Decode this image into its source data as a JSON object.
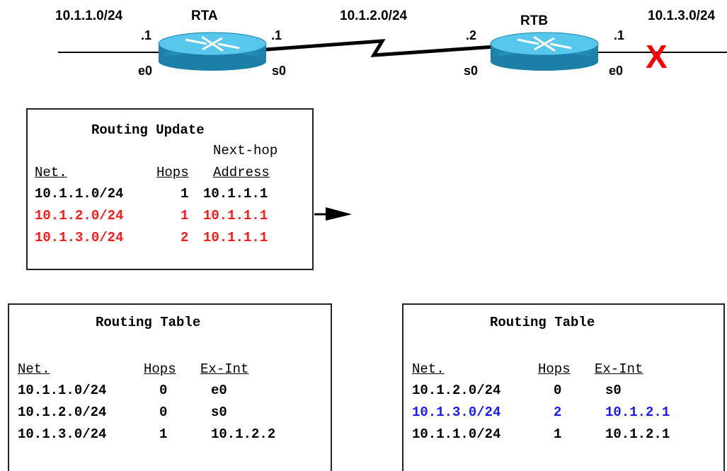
{
  "topology": {
    "net_left": "10.1.1.0/24",
    "rta_name": "RTA",
    "net_mid": "10.1.2.0/24",
    "rtb_name": "RTB",
    "net_right": "10.1.3.0/24",
    "rta_e0_addr": ".1",
    "rta_s0_addr": ".1",
    "rtb_s0_addr": ".2",
    "rtb_e0_addr": ".1",
    "rta_e0": "e0",
    "rta_s0": "s0",
    "rtb_s0": "s0",
    "rtb_e0": "e0",
    "failure_mark": "X",
    "failure_color": "#ff0000",
    "router_color": "#2aa6d0"
  },
  "routing_update": {
    "title": "Routing Update",
    "col_nexthop_top": "Next-hop",
    "col_net": "Net.",
    "col_hops": "Hops",
    "col_address": "Address",
    "rows": [
      {
        "net": "10.1.1.0/24",
        "hops": "1",
        "address": "10.1.1.1",
        "color": "#000000"
      },
      {
        "net": "10.1.2.0/24",
        "hops": "1",
        "address": "10.1.1.1",
        "color": "#ff1a1a"
      },
      {
        "net": "10.1.3.0/24",
        "hops": "2",
        "address": "10.1.1.1",
        "color": "#ff1a1a"
      }
    ]
  },
  "rta_table": {
    "title": "Routing Table",
    "col_net": "Net.",
    "col_hops": "Hops",
    "col_exint": "Ex-Int",
    "rows": [
      {
        "net": "10.1.1.0/24",
        "hops": "0",
        "exint": "e0"
      },
      {
        "net": "10.1.2.0/24",
        "hops": "0",
        "exint": "s0"
      },
      {
        "net": "10.1.3.0/24",
        "hops": "1",
        "exint": "10.1.2.2"
      }
    ]
  },
  "rtb_table": {
    "title": "Routing Table",
    "col_net": "Net.",
    "col_hops": "Hops",
    "col_exint": "Ex-Int",
    "rows": [
      {
        "net": "10.1.2.0/24",
        "hops": "0",
        "exint": "s0",
        "color": "#000000"
      },
      {
        "net": "10.1.3.0/24",
        "hops": "2",
        "exint": "10.1.2.1",
        "color": "#1a1aff"
      },
      {
        "net": "10.1.1.0/24",
        "hops": "1",
        "exint": "10.1.2.1",
        "color": "#000000"
      }
    ]
  }
}
